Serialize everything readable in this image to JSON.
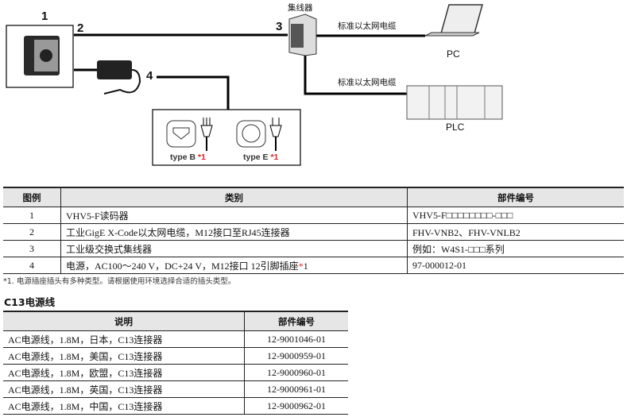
{
  "diagram": {
    "callouts": [
      "1",
      "2",
      "3",
      "4"
    ],
    "hub_label": "集线器",
    "cable_pc": "标准以太网电缆",
    "cable_plc": "标准以太网电缆",
    "pc_label": "PC",
    "plc_label": "PLC",
    "plug_b": "type B ",
    "plug_e": "type E ",
    "plug_note": "*1"
  },
  "table1": {
    "headers": [
      "图例",
      "类别",
      "部件编号"
    ],
    "rows": [
      {
        "no": "1",
        "desc": "VHV5-F读码器",
        "note": "",
        "part": "VHV5-F□□□□□□□□-□□□"
      },
      {
        "no": "2",
        "desc": "工业GigE X-Code以太网电缆，M12接口至RJ45连接器",
        "note": "",
        "part": "FHV-VNB2、FHV-VNLB2"
      },
      {
        "no": "3",
        "desc": "工业级交换式集线器",
        "note": "",
        "part": "例如：W4S1-□□□系列"
      },
      {
        "no": "4",
        "desc": "电源，AC100～240 V，DC+24 V，M12接口 12引脚插座",
        "note": "*",
        "note2": "1",
        "part": "97-000012-01"
      }
    ],
    "footnote": "*1.  电源插座插头有多种类型。请根据使用环境选择合适的插头类型。"
  },
  "section_title": "C13电源线",
  "table2": {
    "headers": [
      "说明",
      "部件编号"
    ],
    "rows": [
      {
        "desc": "AC电源线，1.8M，日本，C13连接器",
        "part": "12-9001046-01"
      },
      {
        "desc": "AC电源线，1.8M，美国，C13连接器",
        "part": "12-9000959-01"
      },
      {
        "desc": "AC电源线，1.8M，欧盟，C13连接器",
        "part": "12-9000960-01"
      },
      {
        "desc": "AC电源线，1.8M，英国，C13连接器",
        "part": "12-9000961-01"
      },
      {
        "desc": "AC电源线，1.8M，中国，C13连接器",
        "part": "12-9000962-01"
      }
    ]
  }
}
